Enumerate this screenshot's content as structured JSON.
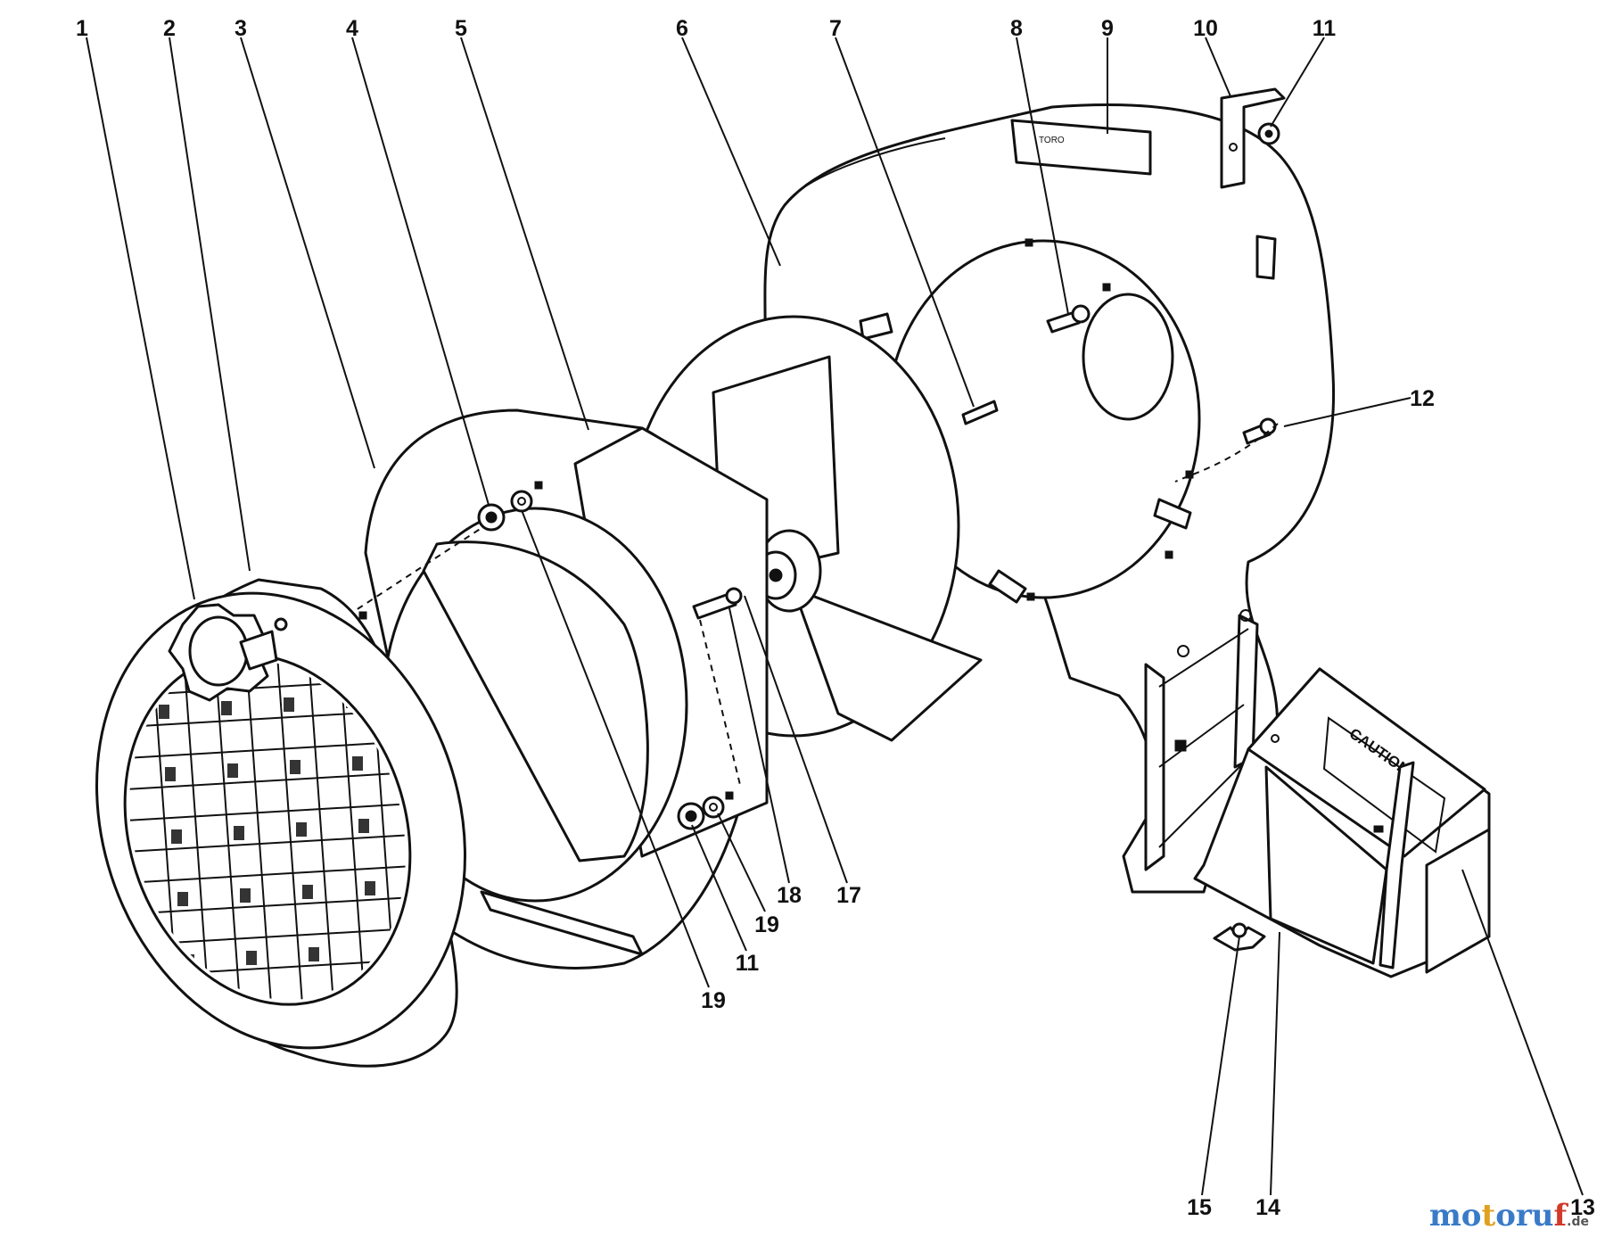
{
  "callouts": {
    "c1": "1",
    "c2": "2",
    "c3": "3",
    "c4": "4",
    "c5": "5",
    "c6": "6",
    "c7": "7",
    "c8": "8",
    "c9": "9",
    "c10": "10",
    "c11": "11",
    "c12": "12",
    "c13": "13",
    "c14": "14",
    "c15": "15",
    "c17": "17",
    "c18": "18",
    "c19a": "19",
    "c19b": "19",
    "c11b": "11"
  },
  "labels": {
    "caution": "CAUTION",
    "brand_plate": "TORO"
  },
  "watermark": {
    "part1": "mo",
    "part2": "t",
    "part3": "oru",
    "part4": "f",
    "tld": ".de"
  },
  "icons": [
    "knob-icon",
    "grille-icon",
    "impeller-icon",
    "bolt-icon",
    "nut-icon",
    "washer-icon",
    "wing-nut-icon"
  ]
}
